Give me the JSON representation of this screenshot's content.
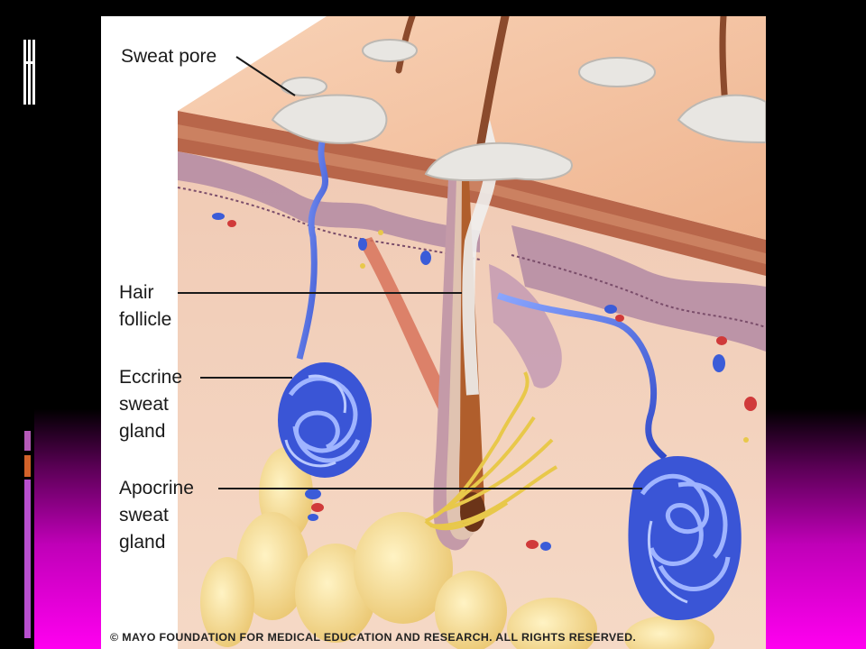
{
  "labels": {
    "sweat_pore": "Sweat pore",
    "hair_follicle": [
      "Hair",
      "follicle"
    ],
    "eccrine": [
      "Eccrine",
      "sweat",
      "gland"
    ],
    "apocrine": [
      "Apocrine",
      "sweat",
      "gland"
    ]
  },
  "copyright": "© MAYO FOUNDATION FOR MEDICAL EDUCATION AND RESEARCH. ALL RIGHTS RESERVED.",
  "colors": {
    "epidermis_top": "#f6c6a6",
    "dermis": "#f2c9b0",
    "dermal_band": "#b07a8e",
    "gland_blue": "#4f6fe0",
    "fat": "#f6dc8e",
    "hair": "#8b4a2c",
    "nerve": "#e8c84a",
    "slide_gradient_end": "#ff00f0"
  }
}
